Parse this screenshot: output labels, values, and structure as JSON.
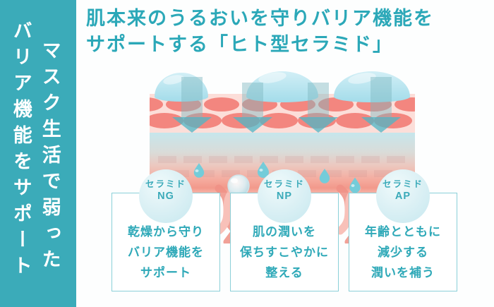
{
  "sidebar": {
    "background": "#3BABB9",
    "text_color": "#ffffff",
    "column1": "マスク生活で弱った",
    "column2": "バリア機能をサポート"
  },
  "heading": {
    "color": "#2BA8B8",
    "line1": "肌本来のうるおいを守りバリア機能を",
    "line2": "サポートする「ヒト型セラミド」"
  },
  "illustration": {
    "description": "skin cross-section: moisture domes on stratum corneum with downward absorption arrows, skin cells, water droplets, moisture bubble and collagen braids",
    "dome_color": "#aee2ee",
    "skin_cell_color": "#f3867f",
    "skin_layer_bg": "#fcded9",
    "arrow_color": "#4db5c6",
    "droplet_color": "#74ccd9",
    "dermis_gradient_top": "#c6e6ec",
    "dermis_gradient_bottom": "#f4a294",
    "braid_color": "#f09186"
  },
  "cards": [
    {
      "badge_top": "セラミド",
      "badge_code": "NG",
      "lines": [
        "乾燥から守り",
        "バリア機能を",
        "サポート"
      ]
    },
    {
      "badge_top": "セラミド",
      "badge_code": "NP",
      "lines": [
        "肌の潤いを",
        "保ちすこやかに",
        "整える"
      ]
    },
    {
      "badge_top": "セラミド",
      "badge_code": "AP",
      "lines": [
        "年齢とともに",
        "減少する",
        "潤いを補う"
      ]
    }
  ],
  "card_style": {
    "border": "#8BD0D8",
    "text": "#2FA9B8",
    "badge_text": "#3AAAB9"
  }
}
